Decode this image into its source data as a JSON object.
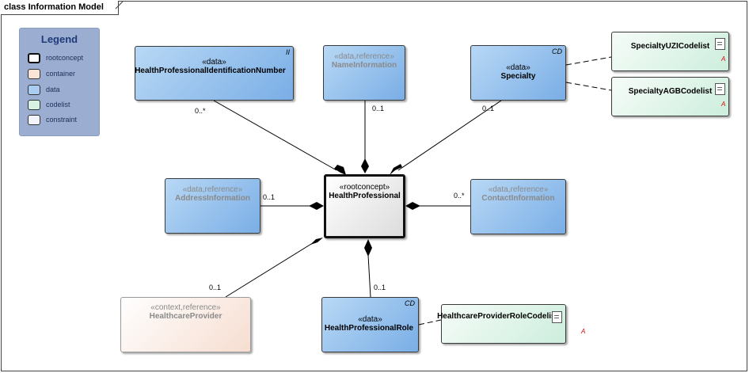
{
  "frame_title": "class Information Model",
  "legend": {
    "title": "Legend",
    "items": [
      {
        "label": "rootconcept",
        "color": "#ffffff"
      },
      {
        "label": "container",
        "color": "#fbe4d5"
      },
      {
        "label": "data",
        "color": "#a8cdf0"
      },
      {
        "label": "codelist",
        "color": "#d7f1e3"
      },
      {
        "label": "constraint",
        "color": "#f3f3fb"
      }
    ]
  },
  "classes": {
    "hpid": {
      "stereotype": "«data»",
      "name": "HealthProfessionalIdentificationNumber",
      "tag": "II"
    },
    "nameinfo": {
      "stereotype": "«data,reference»",
      "name": "NameInformation"
    },
    "specialty": {
      "stereotype": "«data»",
      "name": "Specialty",
      "tag": "CD"
    },
    "uzi": {
      "name": "SpecialtyUZICodelist",
      "mark": "A"
    },
    "agb": {
      "name": "SpecialtyAGBCodelist",
      "mark": "A"
    },
    "address": {
      "stereotype": "«data,reference»",
      "name": "AddressInformation"
    },
    "root": {
      "stereotype": "«rootconcept»",
      "name": "HealthProfessional"
    },
    "contact": {
      "stereotype": "«data,reference»",
      "name": "ContactInformation"
    },
    "provider": {
      "stereotype": "«context,reference»",
      "name": "HealthcareProvider"
    },
    "role": {
      "stereotype": "«data»",
      "name": "HealthProfessionalRole",
      "tag": "CD"
    },
    "rolecode": {
      "name": "HealthcareProviderRoleCodelist",
      "mark": "A"
    }
  },
  "multiplicities": {
    "hpid": "0..*",
    "nameinfo": "0..1",
    "specialty": "0..1",
    "address": "0..1",
    "contact": "0..*",
    "provider": "0..1",
    "role": "0..1"
  }
}
